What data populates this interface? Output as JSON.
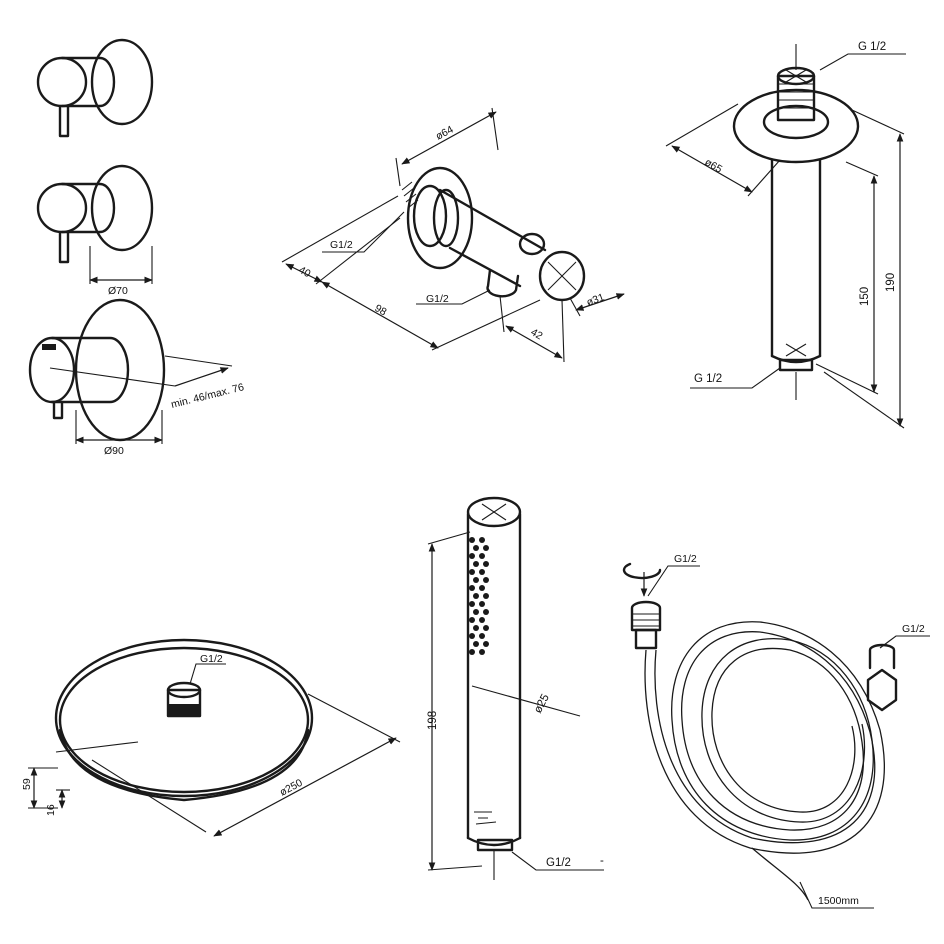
{
  "labels": {
    "valve_d70": "Ø70",
    "valve_d90": "Ø90",
    "valve_depth": "min. 46/max. 76",
    "elbow_d64": "ø64",
    "elbow_g_top": "G1/2",
    "elbow_g_bottom": "G1/2",
    "elbow_40": "40",
    "elbow_98": "98",
    "elbow_42": "42",
    "elbow_d31": "ø31",
    "arm_g_top": "G 1/2",
    "arm_g_bottom": "G 1/2",
    "arm_d65": "ø65",
    "arm_150": "150",
    "arm_190": "190",
    "head_g": "G1/2",
    "head_59": "59",
    "head_16": "16",
    "head_d250": "ø250",
    "hand_198": "198",
    "hand_d25": "ø25",
    "hand_g": "G1/2",
    "hand_dash": "-",
    "hose_g_left": "G1/2",
    "hose_g_right": "G1/2",
    "hose_length": "1500mm"
  }
}
